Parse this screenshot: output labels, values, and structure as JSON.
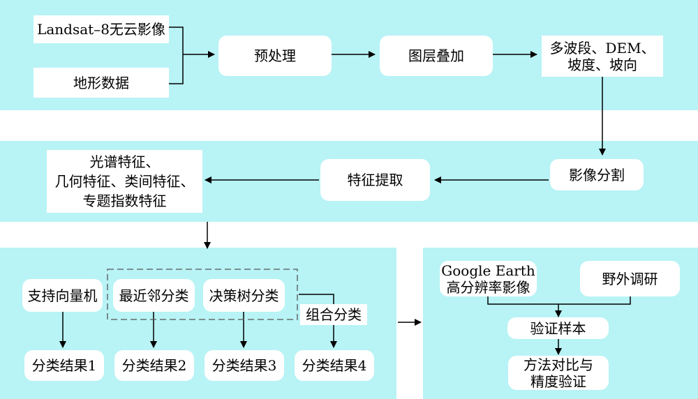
{
  "inputs": {
    "landsat": "Landsat–8无云影像",
    "terrain": "地形数据"
  },
  "steps": {
    "preprocess": "预处理",
    "layer_stack": "图层叠加",
    "bands_line1": "多波段、DEM、",
    "bands_line2": "坡度、坡向",
    "segmentation": "影像分割",
    "feature_extraction": "特征提取",
    "features_line1": "光谱特征、",
    "features_line2": "几何特征、类间特征、",
    "features_line3": "专题指数特征"
  },
  "classifiers": {
    "svm": "支持向量机",
    "knn": "最近邻分类",
    "tree": "决策树分类",
    "combo": "组合分类"
  },
  "results": {
    "r1": "分类结果1",
    "r2": "分类结果2",
    "r3": "分类结果3",
    "r4": "分类结果4"
  },
  "validation": {
    "ge_line1": "Google Earth",
    "ge_line2": "高分辨率影像",
    "field": "野外调研",
    "samples": "验证样本",
    "compare_line1": "方法对比与",
    "compare_line2": "精度验证"
  }
}
